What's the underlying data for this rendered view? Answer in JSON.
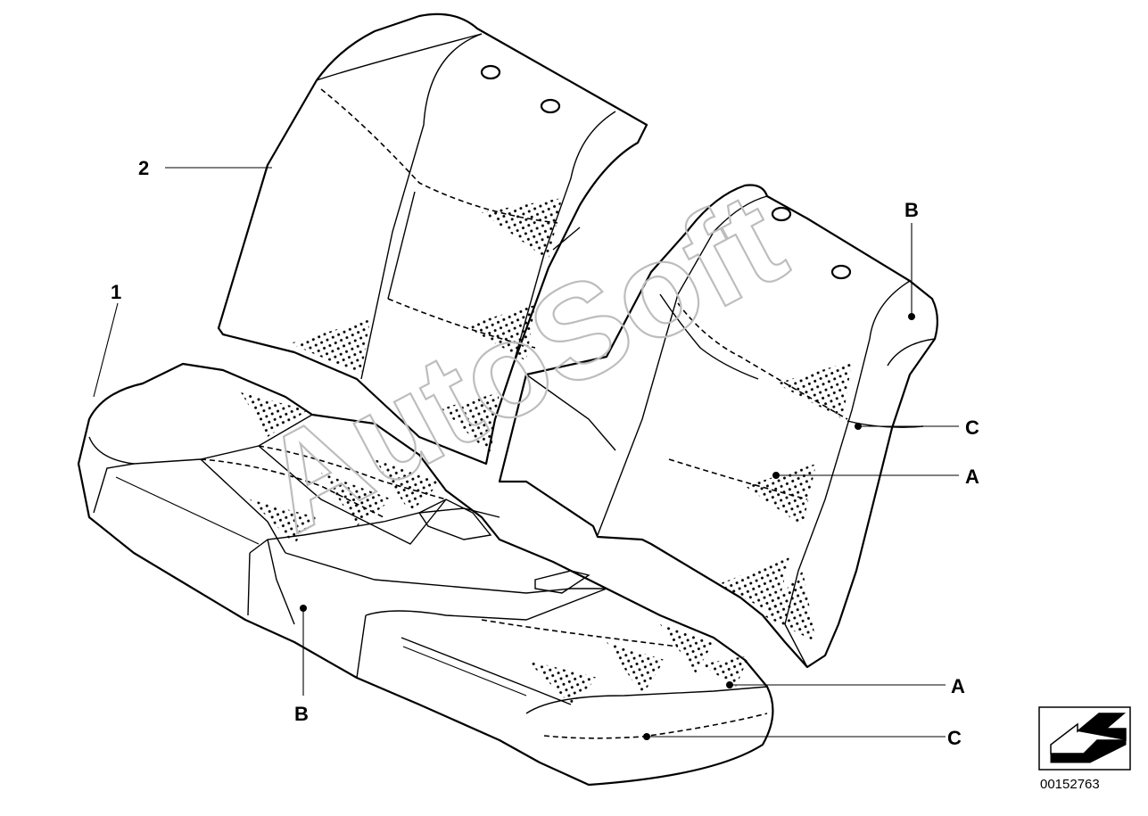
{
  "watermark": "AutoSoft",
  "callouts": {
    "part_1": "1",
    "part_2": "2",
    "b_upper": "B",
    "c_upper": "C",
    "a_upper": "A",
    "a_lower": "A",
    "b_lower": "B",
    "c_lower": "C"
  },
  "part_number": "00152763",
  "icon": "isometric-direction-arrow-icon"
}
